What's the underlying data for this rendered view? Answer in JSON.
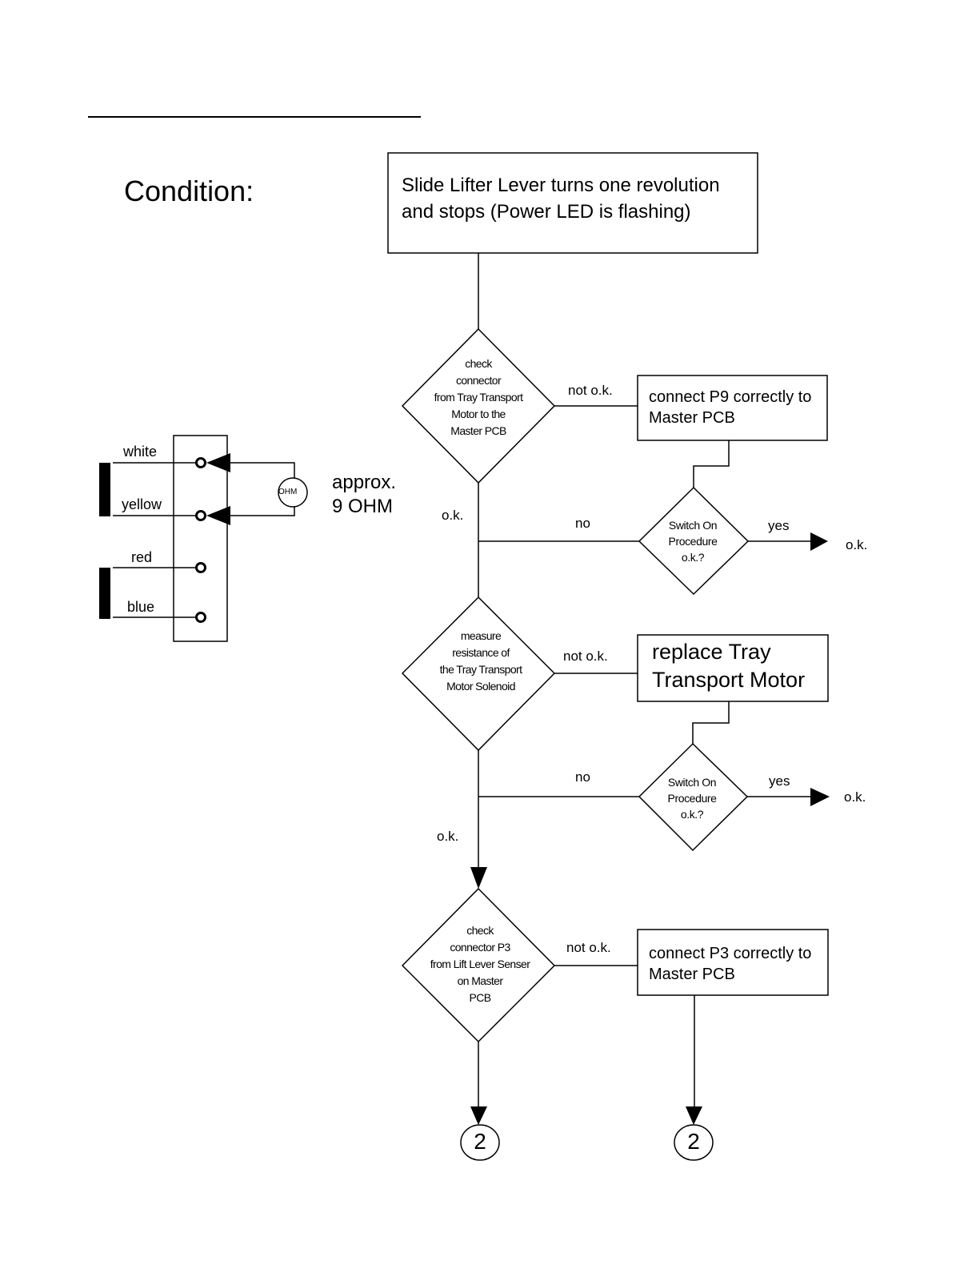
{
  "page": {
    "condition_label": "Condition:"
  },
  "start_box": {
    "line1": "Slide Lifter Lever turns one revolution",
    "line2": "and stops (Power LED is flashing)"
  },
  "decision1": {
    "lines": [
      "check",
      "connector",
      "from Tray Transport",
      "Motor to the",
      "Master PCB"
    ],
    "no_label": "not o.k.",
    "yes_label": "o.k."
  },
  "action1": {
    "line1": "connect P9 correctly to",
    "line2": "Master PCB"
  },
  "switch_check1": {
    "lines": [
      "Switch On",
      "Procedure",
      "o.k.?"
    ],
    "no_label": "no",
    "yes_label": "yes",
    "yes_result": "o.k."
  },
  "decision2": {
    "lines": [
      "measure",
      "resistance of",
      "the Tray Transport",
      "Motor Solenoid"
    ],
    "no_label": "not o.k.",
    "yes_label": "o.k."
  },
  "action2": {
    "line1": "replace Tray",
    "line2": "Transport Motor"
  },
  "switch_check2": {
    "lines": [
      "Switch On",
      "Procedure",
      "o.k.?"
    ],
    "no_label": "no",
    "yes_label": "yes",
    "yes_result": "o.k."
  },
  "decision3": {
    "lines": [
      "check",
      "connector P3",
      "from Lift Lever Senser",
      "on Master",
      "PCB"
    ],
    "no_label": "not o.k."
  },
  "action3": {
    "line1": "connect P3 correctly to",
    "line2": "Master PCB"
  },
  "connectors": [
    {
      "label": "2"
    },
    {
      "label": "2"
    }
  ],
  "wiring": {
    "wires": [
      "white",
      "yellow",
      "red",
      "blue"
    ],
    "meter_label": "OHM",
    "reading_line1": "approx.",
    "reading_line2": "9 OHM"
  }
}
